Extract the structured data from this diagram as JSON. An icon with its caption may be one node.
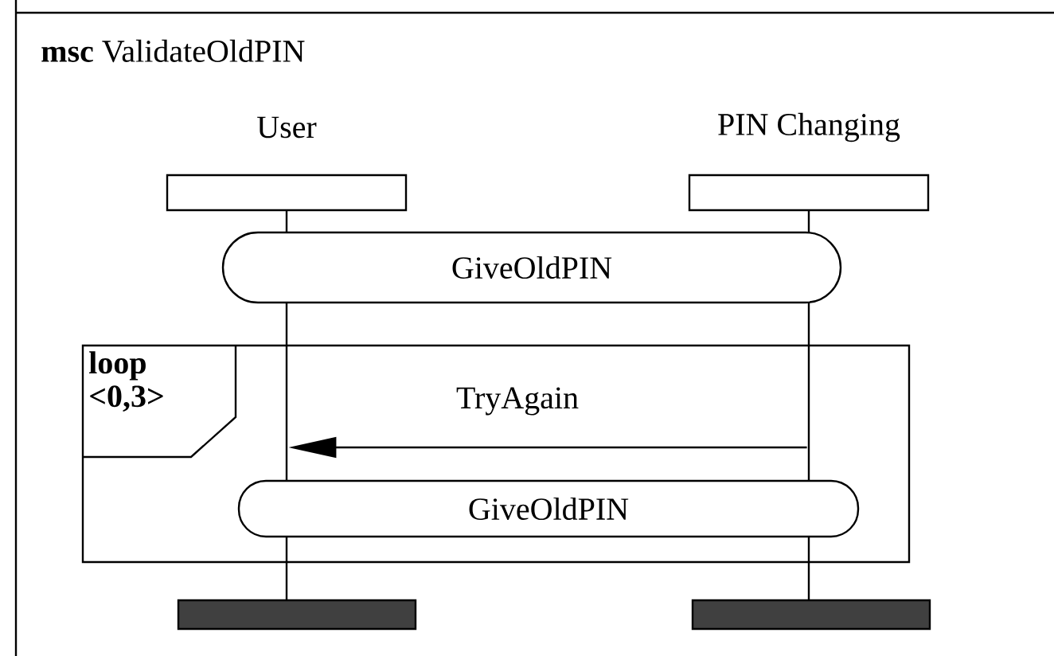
{
  "diagram": {
    "title": "**msc** ValidateOldPIN",
    "nodes": [
      {
        "text": [
          "User"
        ]
      },
      {
        "text": [
          "PIN Changing"
        ]
      },
      {
        "text": [
          "GiveOldPIN"
        ]
      },
      {
        "text": [
          "loop <0,3>"
        ]
      },
      {
        "text": [
          "GiveOldPIN"
        ],
        "in": 3
      },
      {
        "text": [],
        "shape": "bar"
      },
      {
        "text": [],
        "shape": "bar"
      },
      {
        "text": [],
        "shape": "line"
      },
      {
        "text": [],
        "shape": "line"
      }
    ],
    "edges": [
      {
        "from": 8,
        "to": 7,
        "label": "TryAgain",
        "arrow": "to"
      }
    ]
  }
}
